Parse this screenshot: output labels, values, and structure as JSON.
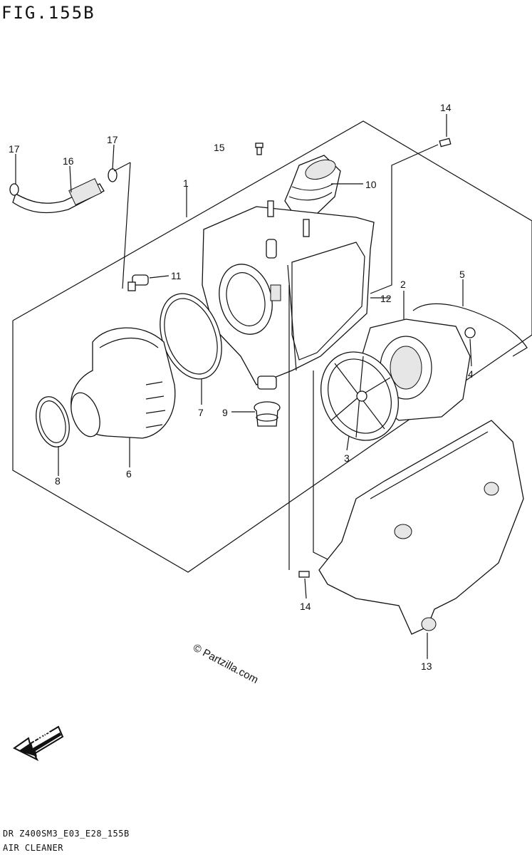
{
  "figure": {
    "title": "FIG.155B",
    "code": "DR Z400SM3_E03_E28_155B",
    "name": "AIR CLEANER",
    "watermark": "© Partzilla.com",
    "fwd_label": "FWD"
  },
  "callouts": [
    "1",
    "2",
    "3",
    "4",
    "5",
    "6",
    "7",
    "8",
    "9",
    "10",
    "11",
    "12",
    "13",
    "14",
    "14",
    "15",
    "16",
    "17",
    "17"
  ]
}
